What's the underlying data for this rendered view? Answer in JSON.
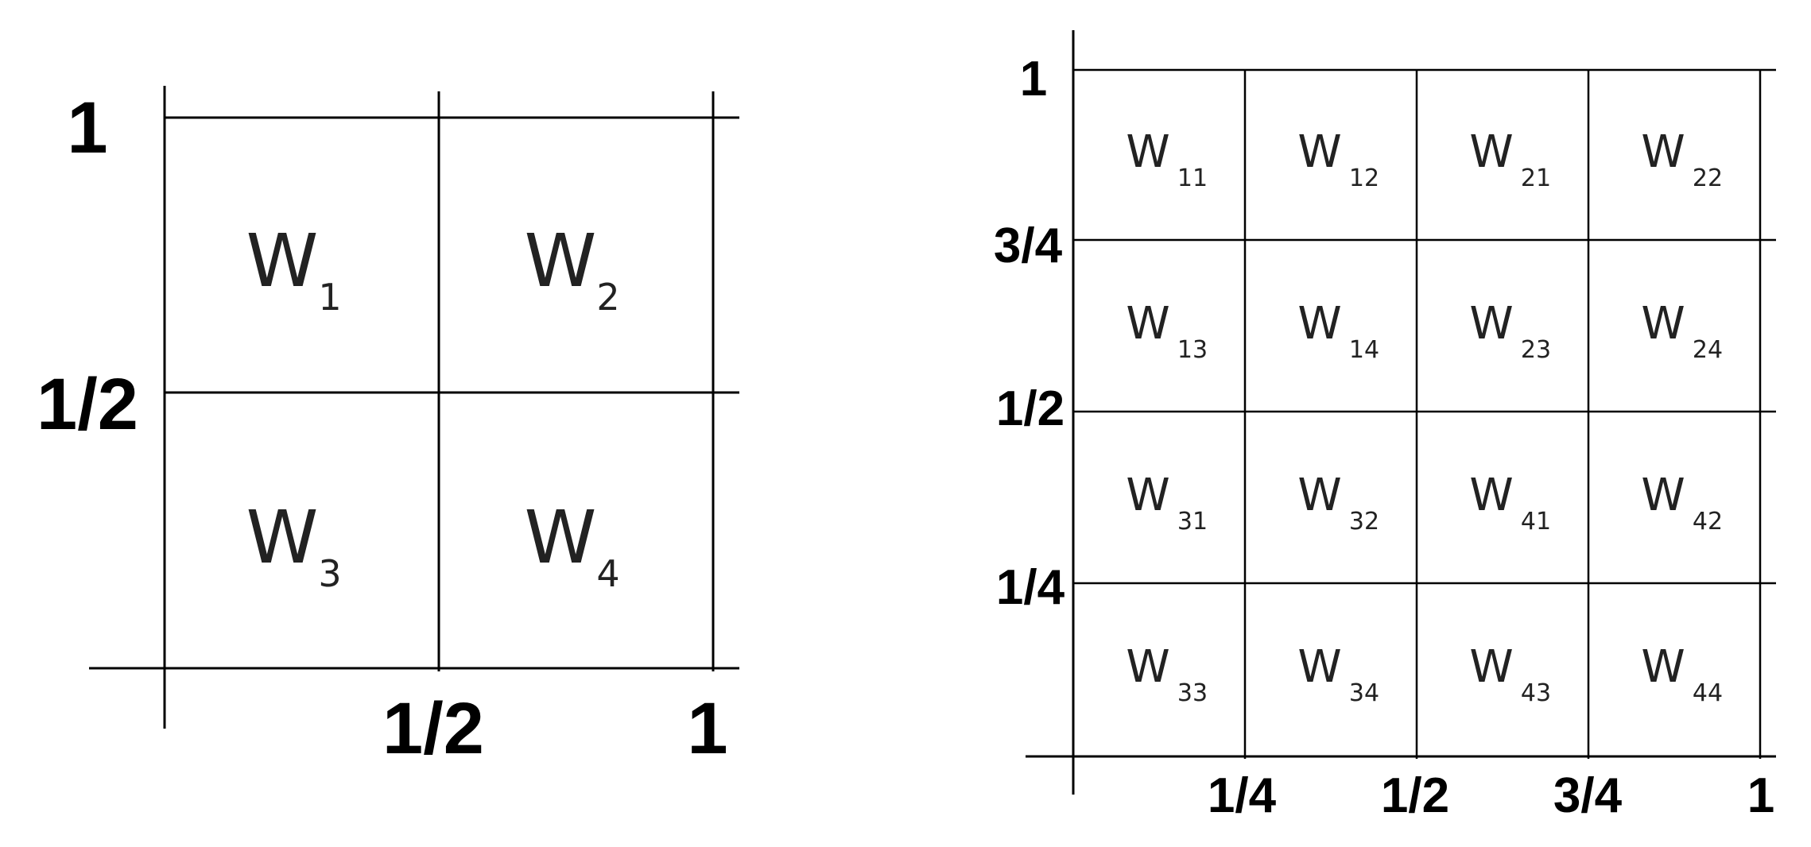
{
  "left_diagram": {
    "y_labels": [
      "1",
      "1/2"
    ],
    "x_labels": [
      "1/2",
      "1"
    ],
    "cells": [
      {
        "base": "W",
        "sub": "1"
      },
      {
        "base": "W",
        "sub": "2"
      },
      {
        "base": "W",
        "sub": "3"
      },
      {
        "base": "W",
        "sub": "4"
      }
    ]
  },
  "right_diagram": {
    "y_labels": [
      "1",
      "3/4",
      "1/2",
      "1/4"
    ],
    "x_labels": [
      "1/4",
      "1/2",
      "3/4",
      "1"
    ],
    "cells": [
      {
        "base": "W",
        "sub": "11"
      },
      {
        "base": "W",
        "sub": "12"
      },
      {
        "base": "W",
        "sub": "21"
      },
      {
        "base": "W",
        "sub": "22"
      },
      {
        "base": "W",
        "sub": "13"
      },
      {
        "base": "W",
        "sub": "14"
      },
      {
        "base": "W",
        "sub": "23"
      },
      {
        "base": "W",
        "sub": "24"
      },
      {
        "base": "W",
        "sub": "31"
      },
      {
        "base": "W",
        "sub": "32"
      },
      {
        "base": "W",
        "sub": "41"
      },
      {
        "base": "W",
        "sub": "42"
      },
      {
        "base": "W",
        "sub": "33"
      },
      {
        "base": "W",
        "sub": "34"
      },
      {
        "base": "W",
        "sub": "43"
      },
      {
        "base": "W",
        "sub": "44"
      }
    ]
  }
}
